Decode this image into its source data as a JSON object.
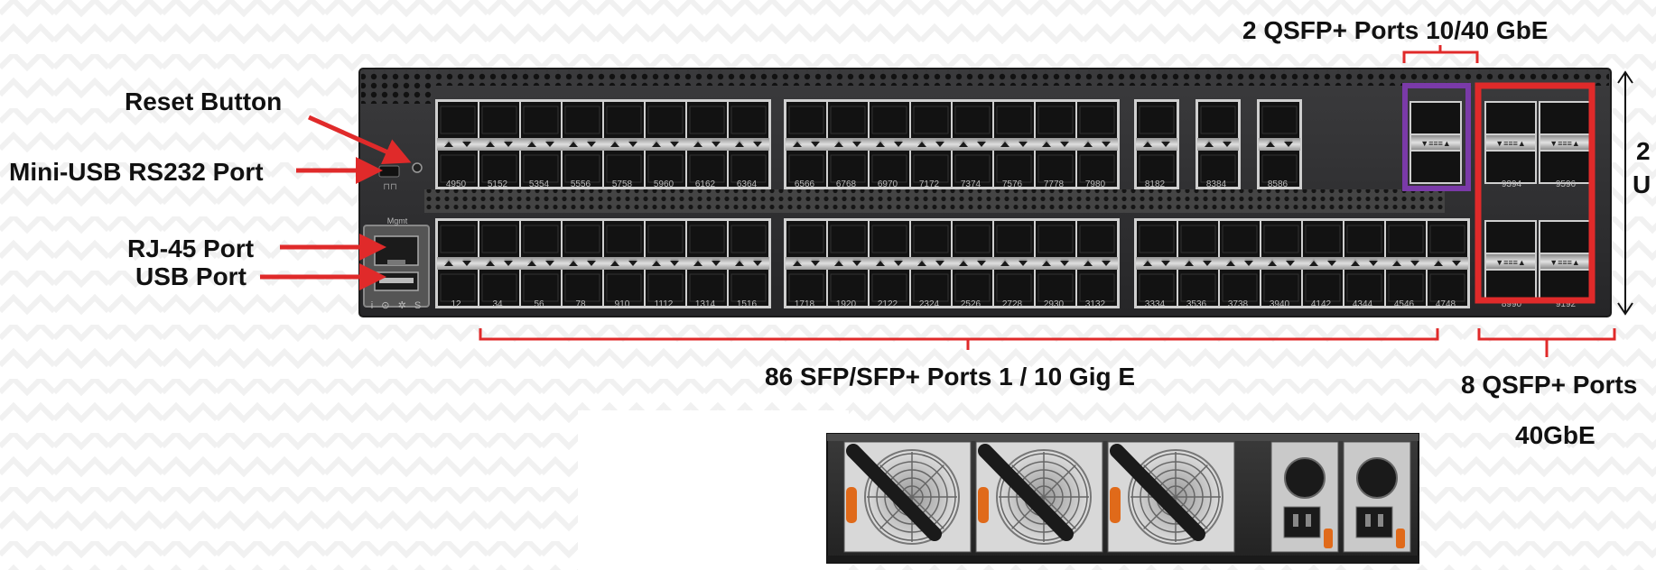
{
  "labels": {
    "reset_button": "Reset Button",
    "mini_usb": "Mini-USB RS232 Port",
    "rj45": "RJ-45 Port",
    "usb": "USB Port",
    "qsfp_top": "2 QSFP+ Ports 10/40 GbE",
    "sfp_ports": "86 SFP/SFP+ Ports 1 / 10 Gig E",
    "qsfp_right_line1": "8 QSFP+ Ports",
    "qsfp_right_line2": "40GbE",
    "height_2": "2",
    "height_u": "U"
  },
  "panel_text": {
    "mgmt": "Mgmt",
    "mgmt_icons": "i ⊙ ✲ S"
  },
  "port_numbers": {
    "top_row": [
      "4950",
      "5152",
      "5354",
      "5556",
      "5758",
      "5960",
      "6162",
      "6364",
      "6566",
      "6768",
      "6970",
      "7172",
      "7374",
      "7576",
      "7778",
      "7980",
      "8182",
      "8384",
      "8586",
      "9394",
      "9596"
    ],
    "bottom_row": [
      "12",
      "34",
      "56",
      "78",
      "910",
      "1112",
      "1314",
      "1516",
      "1718",
      "1920",
      "2122",
      "2324",
      "2526",
      "2728",
      "2930",
      "3132",
      "3334",
      "3536",
      "3738",
      "3940",
      "4142",
      "4344",
      "4546",
      "4748",
      "8990",
      "9192"
    ]
  },
  "colors": {
    "arrow_red": "#e02a2a",
    "purple_box": "#7a3aa8",
    "red_box": "#e02a2a",
    "chassis": "#2c2c2e"
  }
}
